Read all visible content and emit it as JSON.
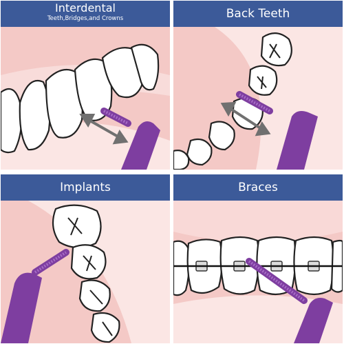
{
  "panels": [
    {
      "title": "Interdental",
      "subtitle": "Teeth,Bridges,and Crowns",
      "icon": "teeth-with-interdental-brush"
    },
    {
      "title": "Back Teeth",
      "icon": "molars-with-angled-brush"
    },
    {
      "title": "Implants",
      "icon": "implant-teeth-with-brush"
    },
    {
      "title": "Braces",
      "icon": "braces-with-brush"
    }
  ],
  "colors": {
    "header": "#3c5a99",
    "gum": "#f4c9c6",
    "gum_light": "#fbe6e4",
    "tooth": "#ffffff",
    "outline": "#222222",
    "brush": "#7e3ea0",
    "brush_light": "#a66bc6",
    "arrow": "#707070"
  }
}
